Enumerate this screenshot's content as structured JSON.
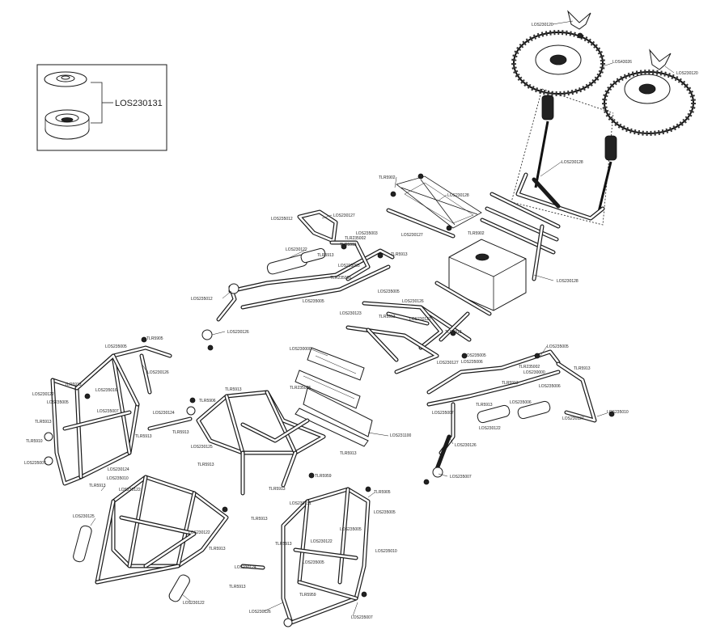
{
  "inset": {
    "part_label": "LOS230131"
  },
  "callouts": {
    "wheel_nut_top": "LOS230120",
    "wheel_nut_right": "LOS230120",
    "wheel": "LOS43026",
    "spare_mount": "LOS230128",
    "cargo_rack": "LOS230128",
    "cargo_rack_2": "LOS230127",
    "screw_rack": "TLR5902",
    "screw_rack_2": "TLR5902",
    "rack_bars": "LOS230128",
    "upper_arm_top": "LOS230127",
    "bracket_top": "LOS235012",
    "screw_top_a": "TLR235002",
    "screw_top_b": "LOS235003",
    "screw_top_c": "TLR5913",
    "shock_top": "LOS230122",
    "screw_top_d": "TLR5913",
    "rod_end_top": "LOS235005",
    "screw_top_e": "TLR235005",
    "screw_top_f": "TLR5913",
    "arm_mount_top": "LOS235005",
    "link_top_a": "LOS235012",
    "arm_top_b": "LOS230126",
    "link_mid_a": "LOS235005",
    "link_mid_b": "LOS230126",
    "link_mid_c": "LOS230123",
    "screw_mid_a": "TLR5913",
    "link_mid_d": "LOS230122",
    "screw_mid_b": "TLR5913",
    "plate_mid": "LOS230000",
    "plate_mid_2": "TLR235005",
    "link_mid_e": "LOS230127",
    "screw_mid_c": "LOS235005",
    "screw_mid_d": "LOS235006",
    "plate_long": "LOS231100",
    "right_a": "LOS235005",
    "right_b": "TLR235002",
    "right_c": "TLR5913",
    "right_d": "TLR5913",
    "right_e": "LOS230000",
    "right_f": "LOS235006",
    "right_g": "TLR5913",
    "right_h": "LOS235006",
    "right_i": "LOS230122",
    "right_j": "LOS230127",
    "right_k": "LOS235010",
    "right_l": "LOS235007",
    "right_m": "LOS230126",
    "right_n": "LOS235007",
    "left_a": "TLR5905",
    "left_b": "LOS235005",
    "left_c": "LOS230126",
    "left_d": "TLR5913",
    "left_e": "LOS230122",
    "left_f": "LOS235016",
    "left_g": "LOS235005",
    "left_h": "LOS235007",
    "left_i": "TLR5913",
    "left_j": "TLR5910",
    "left_k": "LOS235007",
    "center_a": "TLR5906",
    "center_b": "LOS230124",
    "center_c": "TLR5913",
    "center_d": "TLR5913",
    "center_e": "LOS230125",
    "center_f": "TLR5913",
    "center_g": "TLR5913",
    "center_h": "TLR5913",
    "center_i": "TLR5913",
    "center_j": "TLR5913",
    "lower_a": "LOS230124",
    "lower_b": "LOS235010",
    "lower_c": "TLR5913",
    "lower_d": "LOS230122",
    "lower_e": "LOS230125",
    "lower_f": "LOS230122",
    "lower_g": "TLR5913",
    "lower_h": "LOS230122",
    "lower_i": "LOS230124",
    "lower_j": "TLR5913",
    "lower_k": "TLR5959",
    "lower_l": "TLR5913",
    "lower_m": "LOS230131",
    "lower_n": "TLR5913",
    "rear_a": "TLR5905",
    "rear_b": "LOS235005",
    "rear_c": "LOS235005",
    "rear_d": "LOS230122",
    "rear_e": "LOS235010",
    "rear_f": "TLR5913",
    "rear_g": "LOS235005",
    "rear_h": "TLR5959",
    "rear_i": "LOS230126",
    "rear_j": "LOS235007"
  }
}
